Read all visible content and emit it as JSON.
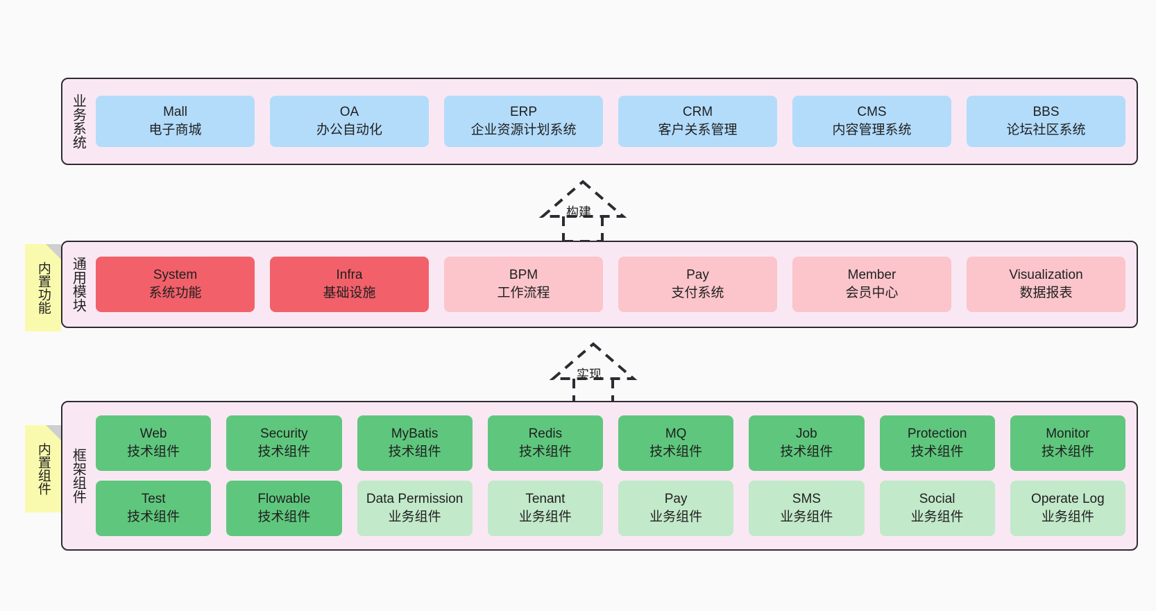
{
  "theme": {
    "canvas_bg": "#fafafa",
    "layer_bg": "#f9e8f3",
    "layer_border": "#2e2a32",
    "note_bg": "#fafaae",
    "note_fold": "#cfcfcf",
    "blue": "#b3dcfb",
    "red": "#f2606a",
    "pink": "#fbc5cb",
    "green": "#5fc77d",
    "light_green": "#c2e9ca",
    "text": "#1f1f1f"
  },
  "layers": {
    "business": {
      "title": "业务系统",
      "items": [
        {
          "name": "Mall",
          "desc": "电子商城",
          "color": "blue"
        },
        {
          "name": "OA",
          "desc": "办公自动化",
          "color": "blue"
        },
        {
          "name": "ERP",
          "desc": "企业资源计划系统",
          "color": "blue"
        },
        {
          "name": "CRM",
          "desc": "客户关系管理",
          "color": "blue"
        },
        {
          "name": "CMS",
          "desc": "内容管理系统",
          "color": "blue"
        },
        {
          "name": "BBS",
          "desc": "论坛社区系统",
          "color": "blue"
        }
      ]
    },
    "modules": {
      "title": "通用模块",
      "note": "内置功能",
      "items": [
        {
          "name": "System",
          "desc": "系统功能",
          "color": "red"
        },
        {
          "name": "Infra",
          "desc": "基础设施",
          "color": "red"
        },
        {
          "name": "BPM",
          "desc": "工作流程",
          "color": "pink"
        },
        {
          "name": "Pay",
          "desc": "支付系统",
          "color": "pink"
        },
        {
          "name": "Member",
          "desc": "会员中心",
          "color": "pink"
        },
        {
          "name": "Visualization",
          "desc": "数据报表",
          "color": "pink"
        }
      ]
    },
    "framework": {
      "title": "框架组件",
      "note": "内置组件",
      "row1": [
        {
          "name": "Web",
          "desc": "技术组件",
          "color": "green"
        },
        {
          "name": "Security",
          "desc": "技术组件",
          "color": "green"
        },
        {
          "name": "MyBatis",
          "desc": "技术组件",
          "color": "green"
        },
        {
          "name": "Redis",
          "desc": "技术组件",
          "color": "green"
        },
        {
          "name": "MQ",
          "desc": "技术组件",
          "color": "green"
        },
        {
          "name": "Job",
          "desc": "技术组件",
          "color": "green"
        },
        {
          "name": "Protection",
          "desc": "技术组件",
          "color": "green"
        },
        {
          "name": "Monitor",
          "desc": "技术组件",
          "color": "green"
        }
      ],
      "row2": [
        {
          "name": "Test",
          "desc": "技术组件",
          "color": "green"
        },
        {
          "name": "Flowable",
          "desc": "技术组件",
          "color": "green"
        },
        {
          "name": "Data Permission",
          "desc": "业务组件",
          "color": "lightgreen"
        },
        {
          "name": "Tenant",
          "desc": "业务组件",
          "color": "lightgreen"
        },
        {
          "name": "Pay",
          "desc": "业务组件",
          "color": "lightgreen"
        },
        {
          "name": "SMS",
          "desc": "业务组件",
          "color": "lightgreen"
        },
        {
          "name": "Social",
          "desc": "业务组件",
          "color": "lightgreen"
        },
        {
          "name": "Operate Log",
          "desc": "业务组件",
          "color": "lightgreen"
        }
      ]
    }
  },
  "connectors": [
    {
      "id": "build",
      "label": "构建",
      "style": "dashed-generalization",
      "direction": "up"
    },
    {
      "id": "impl",
      "label": "实现",
      "style": "dashed-generalization",
      "direction": "up"
    }
  ]
}
